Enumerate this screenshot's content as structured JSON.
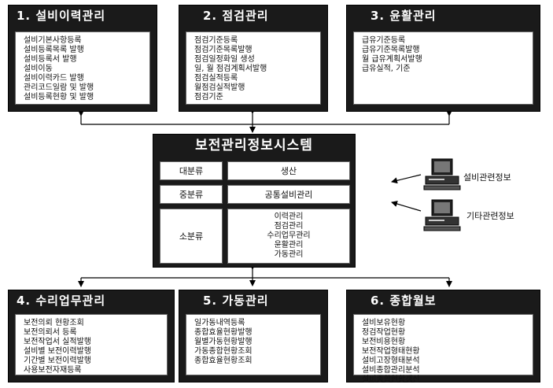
{
  "modules": {
    "equipment_history": {
      "title": "1. 설비이력관리",
      "items": [
        "설비기본사항등록",
        "설비등록목록 발행",
        "설비등록서 발행",
        "설비이동",
        "설비이력카드 발행",
        "관리코드일람 및 발행",
        "설비등록현황 및 발행"
      ]
    },
    "inspection": {
      "title": "2. 점검관리",
      "items": [
        "점검기준등록",
        "점검기준목록발행",
        "점검일정화일 생성",
        "일, 월 점검계획서발행",
        "점검실적등록",
        "월점검실적발행",
        "점검기준"
      ]
    },
    "lubrication": {
      "title": "3. 윤활관리",
      "items": [
        "급유기준등록",
        "급유기준목록발행",
        "월 급유계획서발행",
        "급유실적, 기준"
      ]
    },
    "repair": {
      "title": "4. 수리업무관리",
      "items": [
        "보전의뢰 현황조회",
        "보전의뢰서 등록",
        "보전작업서 실적발행",
        "설비별 보전이력발행",
        "기간별 보전이력발행",
        "사용보전자재등록"
      ]
    },
    "operation": {
      "title": "5. 가동관리",
      "items": [
        "일가동내역등록",
        "종합효율현황발행",
        "월별가동현황발행",
        "가동종합현황조회",
        "종합효율현황조회"
      ]
    },
    "report": {
      "title": "6. 종합월보",
      "items": [
        "설비보유현황",
        "정검작업현황",
        "보전비용현황",
        "보전작업형태현황",
        "설비고장형태분석",
        "설비종합관리분석",
        "설비종합현황갱신"
      ]
    }
  },
  "system": {
    "title": "보전관리정보시스템",
    "rows": {
      "major_label": "대분류",
      "major_value": "생산",
      "middle_label": "중분류",
      "middle_value": "공통설비관리",
      "minor_label": "소분류",
      "minor_items": [
        "이력관리",
        "점검관리",
        "수리업무관리",
        "윤활관리",
        "가동관리"
      ]
    }
  },
  "external": {
    "equipment_info": "설비관련정보",
    "other_info": "기타관련정보"
  },
  "colors": {
    "box_dark": "#1a1a1a",
    "line": "#000000"
  }
}
